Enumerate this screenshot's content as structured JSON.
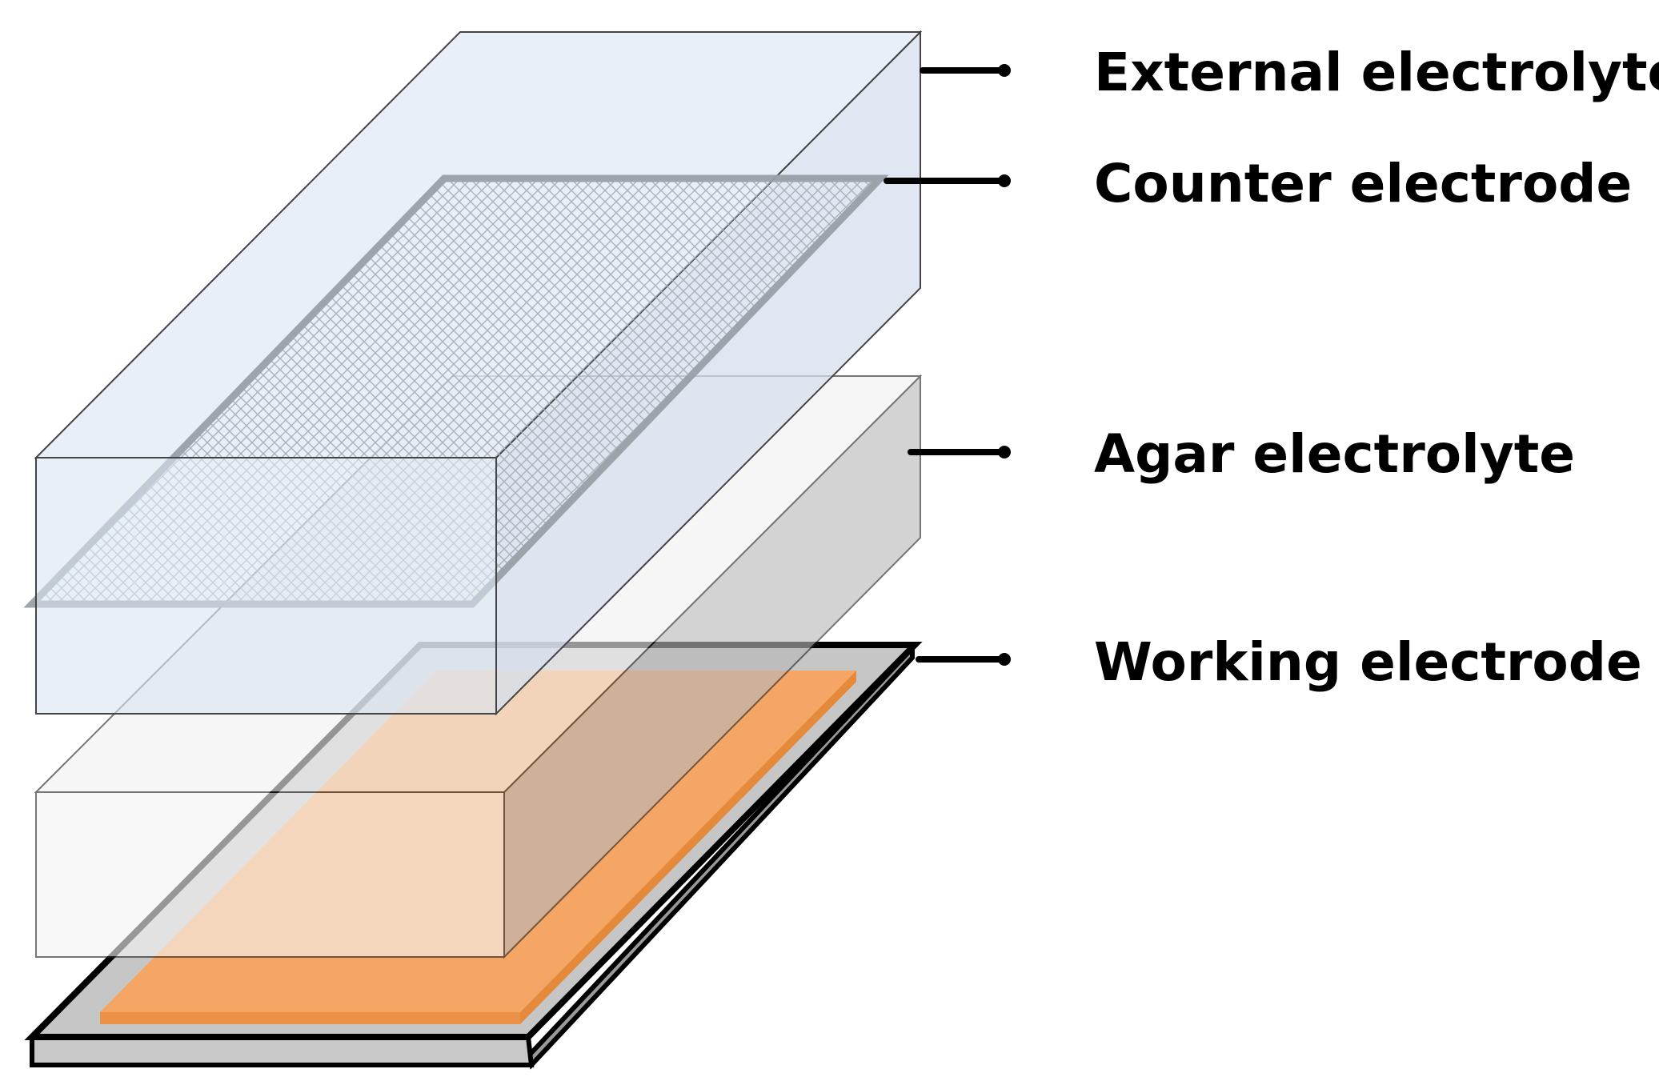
{
  "labels": {
    "external_electrolyte": "External electrolyte",
    "counter_electrode": "Counter electrode",
    "agar_electrolyte": "Agar electrolyte",
    "working_electrode": "Working electrode"
  },
  "colors": {
    "external_electrolyte_fill": "#dbe5f3",
    "counter_mesh": "#9aa0a8",
    "agar_fill": "#eeeeee",
    "agar_side": "#c8c8c8",
    "working_electrode_orange": "#f5a665",
    "substrate_gray": "#c8c8c8",
    "outline": "#000000"
  }
}
